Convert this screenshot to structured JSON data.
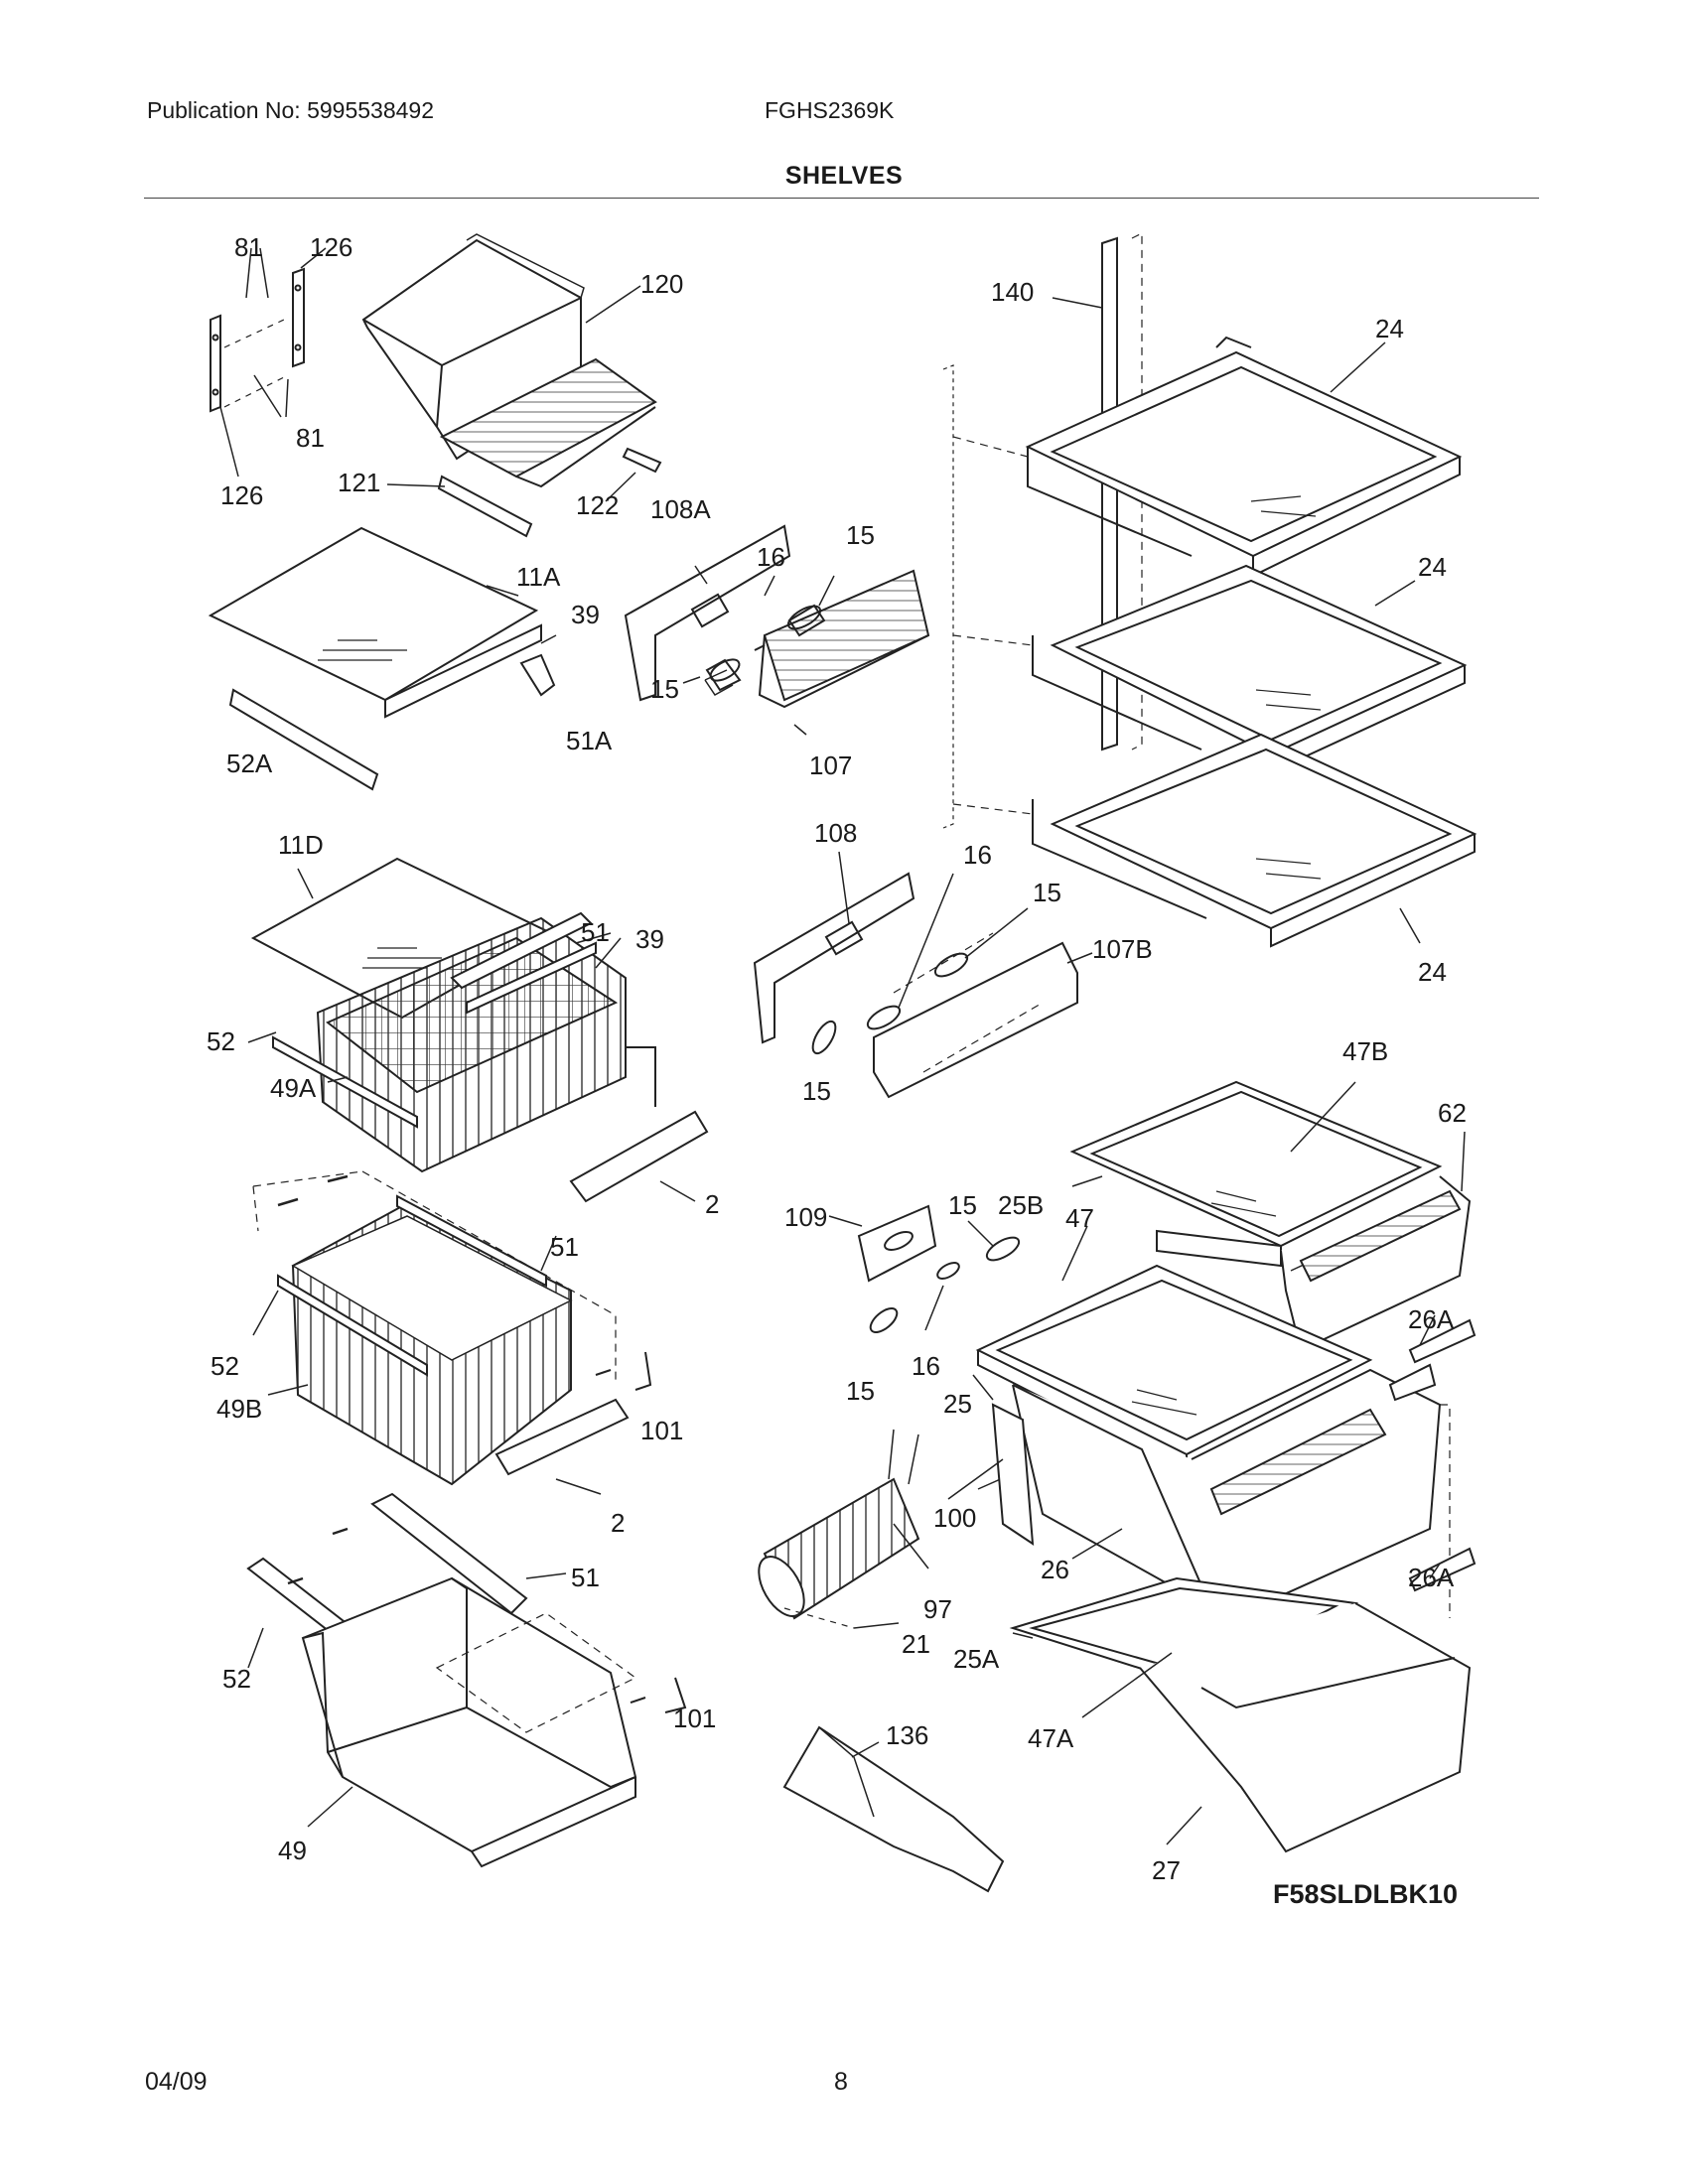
{
  "header": {
    "publication": "Publication No: 5995538492",
    "model": "FGHS2369K",
    "title": "SHELVES"
  },
  "diagram": {
    "code": "F58SLDLBK10",
    "callouts": [
      "81",
      "126",
      "120",
      "81",
      "126",
      "121",
      "122",
      "11A",
      "39",
      "51A",
      "52A",
      "108A",
      "16",
      "15",
      "15",
      "107",
      "140",
      "24",
      "24",
      "24",
      "11D",
      "51",
      "39",
      "52",
      "49A",
      "2",
      "108",
      "16",
      "15",
      "107B",
      "15",
      "47B",
      "62",
      "51",
      "52",
      "49B",
      "101",
      "2",
      "109",
      "15",
      "25B",
      "47",
      "16",
      "15",
      "25",
      "26A",
      "100",
      "26",
      "97",
      "21",
      "52",
      "51",
      "101",
      "26A",
      "25A",
      "47A",
      "49",
      "136",
      "27"
    ]
  },
  "footer": {
    "date": "04/09",
    "page": "8"
  }
}
